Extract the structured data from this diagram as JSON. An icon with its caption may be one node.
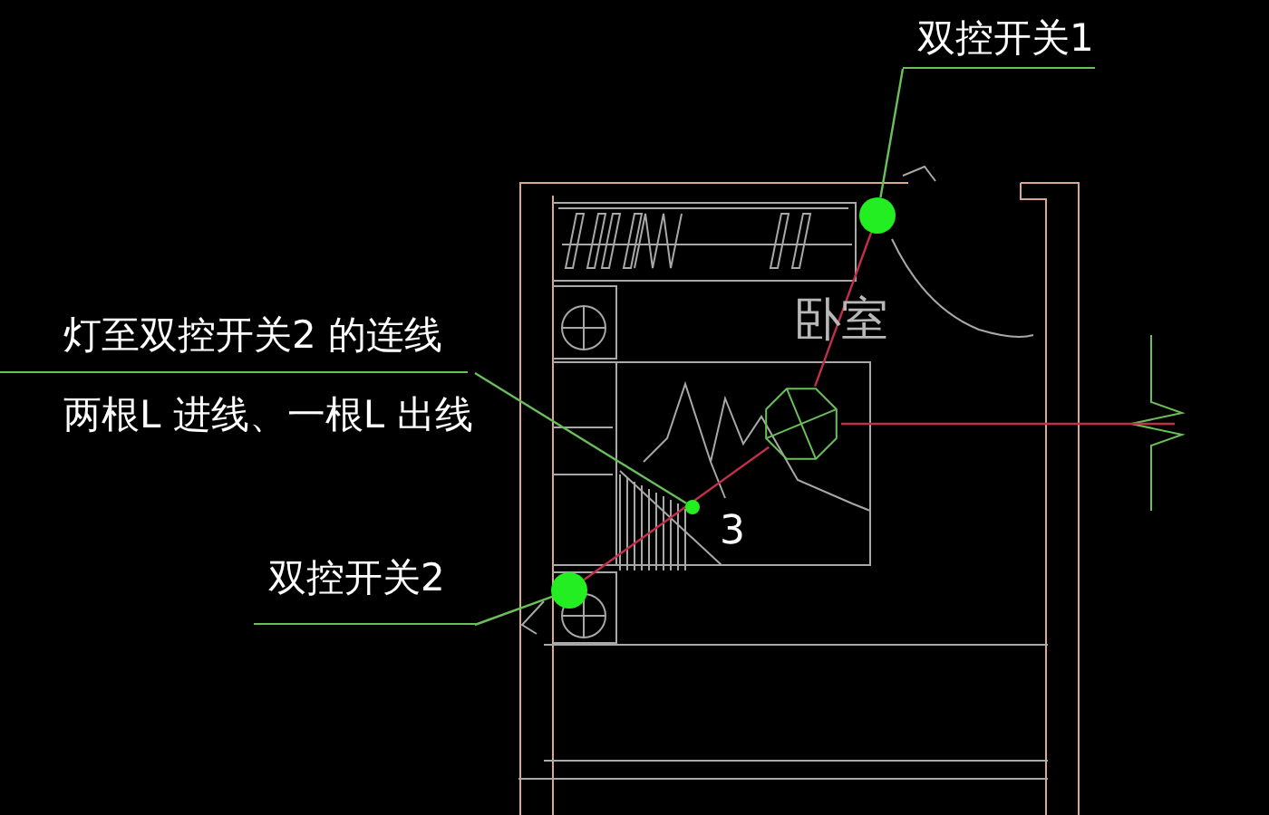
{
  "diagram": {
    "nodes": [
      {
        "text": [
          "双控开关1"
        ]
      },
      {
        "text": [],
        "shape": "circle"
      },
      {
        "text": [
          "灯至双控开关2 的连线",
          "两根L 进线、一根L 出线"
        ]
      },
      {
        "text": [],
        "shape": "circle"
      },
      {
        "text": [
          "双控开关2"
        ]
      },
      {
        "text": [],
        "shape": "circle"
      },
      {
        "text": [],
        "shape": "octagon"
      }
    ],
    "edges": [
      {
        "from": 0,
        "to": 1,
        "arrow": "none"
      },
      {
        "from": 2,
        "to": 3,
        "arrow": "none"
      },
      {
        "from": 4,
        "to": 5,
        "arrow": "none"
      },
      {
        "from": 1,
        "to": 6,
        "arrow": "none",
        "color": "#c0304a"
      },
      {
        "from": 6,
        "to": 5,
        "arrow": "none",
        "color": "#c0304a"
      },
      {
        "from": 6,
        "to": null,
        "arrow": "none",
        "color": "#c0304a"
      }
    ],
    "labels": [
      "卧室",
      "3"
    ]
  }
}
